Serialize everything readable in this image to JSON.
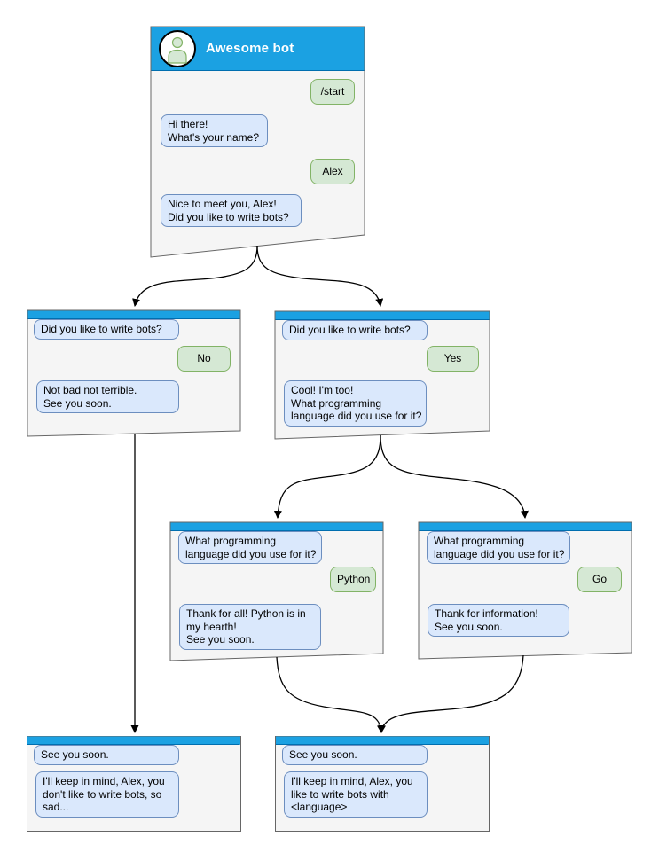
{
  "diagram": {
    "title": "Awesome bot",
    "colors": {
      "header_blue": "#1ba1e2",
      "header_edge": "#006eaf",
      "card_bg": "#f5f5f5",
      "card_border": "#666666",
      "bot_bubble_bg": "#dae8fc",
      "bot_bubble_border": "#6c8ebf",
      "user_bubble_bg": "#d5e8d4",
      "user_bubble_border": "#82b366",
      "arrow": "#000000"
    },
    "nodes": [
      {
        "id": "root",
        "title": "Awesome bot",
        "messages": [
          {
            "from": "user",
            "text": "/start"
          },
          {
            "from": "bot",
            "text": "Hi there!\nWhat's your name?"
          },
          {
            "from": "user",
            "text": "Alex"
          },
          {
            "from": "bot",
            "text": "Nice to meet you, Alex!\nDid you like to write bots?"
          }
        ]
      },
      {
        "id": "branch-no",
        "messages": [
          {
            "from": "bot",
            "text": "Did you like to write bots?"
          },
          {
            "from": "user",
            "text": "No"
          },
          {
            "from": "bot",
            "text": "Not bad not terrible.\nSee you soon."
          }
        ]
      },
      {
        "id": "branch-yes",
        "messages": [
          {
            "from": "bot",
            "text": "Did you like to write bots?"
          },
          {
            "from": "user",
            "text": "Yes"
          },
          {
            "from": "bot",
            "text": "Cool! I'm too!\nWhat programming\nlanguage did you use for it?"
          }
        ]
      },
      {
        "id": "branch-python",
        "messages": [
          {
            "from": "bot",
            "text": "What programming\nlanguage did you use for it?"
          },
          {
            "from": "user",
            "text": "Python"
          },
          {
            "from": "bot",
            "text": "Thank for all! Python is in\nmy hearth!\nSee you soon."
          }
        ]
      },
      {
        "id": "branch-go",
        "messages": [
          {
            "from": "bot",
            "text": "What programming\nlanguage did you use for it?"
          },
          {
            "from": "user",
            "text": "Go"
          },
          {
            "from": "bot",
            "text": "Thank for information!\nSee you soon."
          }
        ]
      },
      {
        "id": "end-no",
        "messages": [
          {
            "from": "bot",
            "text": "See you soon."
          },
          {
            "from": "bot",
            "text": "I'll keep in mind, Alex, you\ndon't like to write bots, so\nsad..."
          }
        ]
      },
      {
        "id": "end-yes",
        "messages": [
          {
            "from": "bot",
            "text": "See you soon."
          },
          {
            "from": "bot",
            "text": "I'll keep in mind, Alex, you\nlike to write bots with\n<language>"
          }
        ]
      }
    ]
  }
}
